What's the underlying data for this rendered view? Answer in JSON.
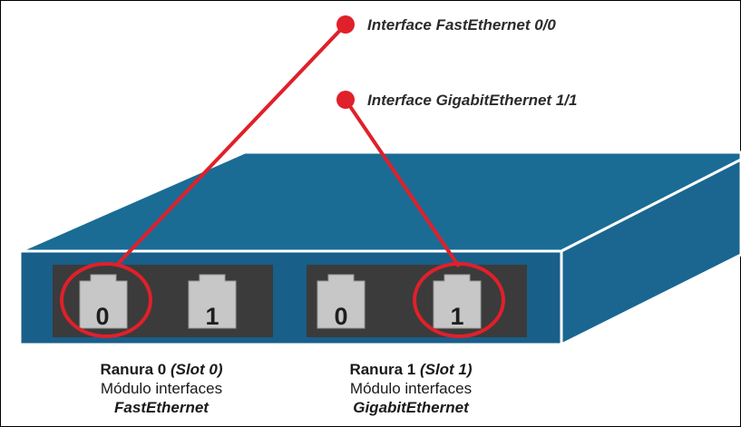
{
  "callouts": [
    {
      "id": "fa00",
      "label": "Interface FastEthernet 0/0"
    },
    {
      "id": "gi11",
      "label": "Interface GigabitEthernet 1/1"
    }
  ],
  "slots": [
    {
      "title": "Ranura 0",
      "title_italic": "(Slot 0)",
      "subtitle": "Módulo interfaces",
      "type": "FastEthernet",
      "ports": [
        "0",
        "1"
      ],
      "highlighted_port": "0"
    },
    {
      "title": "Ranura 1",
      "title_italic": "(Slot 1)",
      "subtitle": "Módulo interfaces",
      "type": "GigabitEthernet",
      "ports": [
        "0",
        "1"
      ],
      "highlighted_port": "1"
    }
  ],
  "colors": {
    "device_top": "#1a6c95",
    "device_front": "#185f8a",
    "device_side": "#1c6a94",
    "module_bg": "#3b3b3b",
    "port_body": "#bdbdbd",
    "callout_red": "#e0202a"
  }
}
